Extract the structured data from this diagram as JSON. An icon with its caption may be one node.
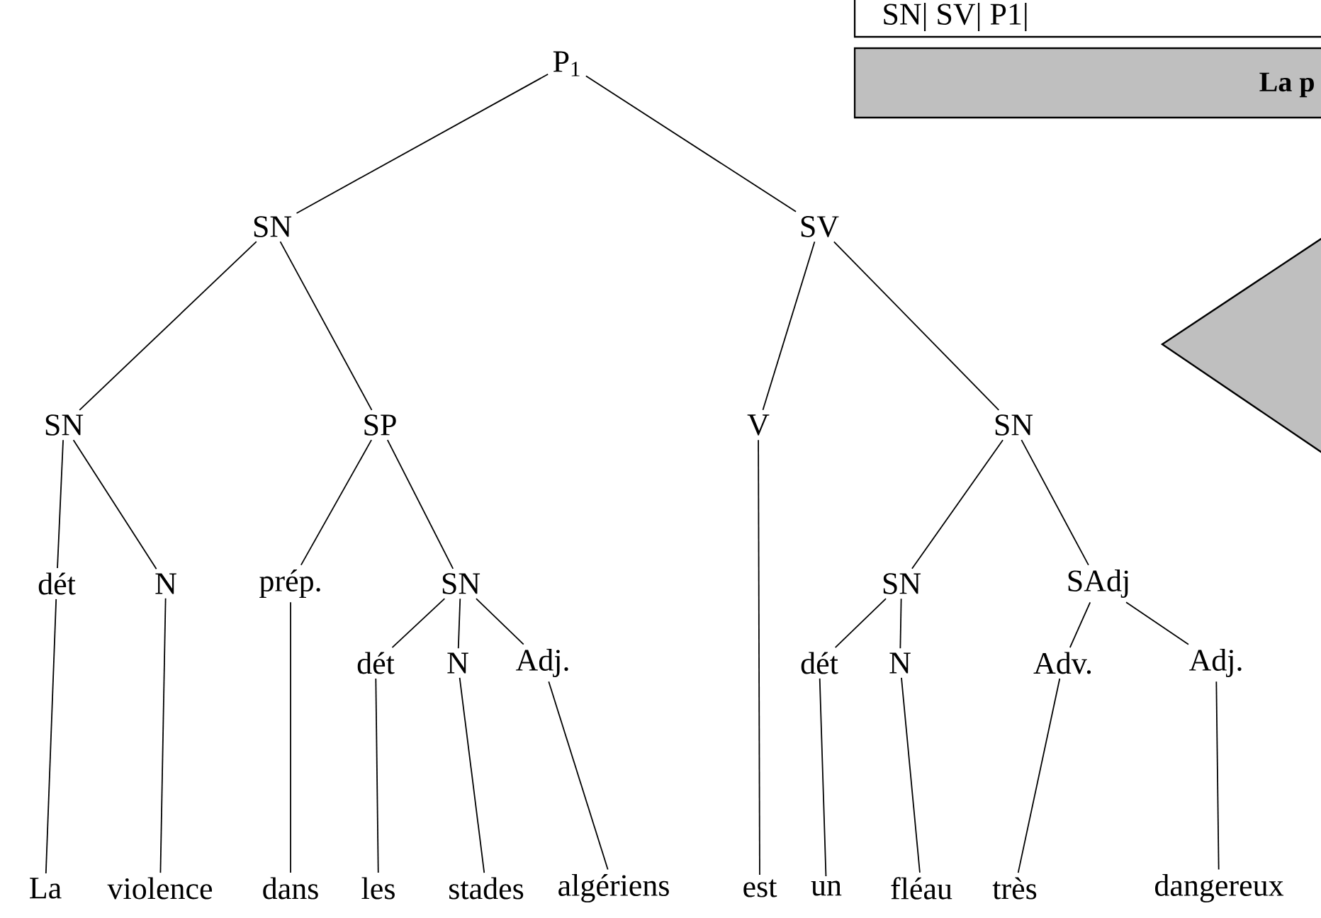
{
  "diagram": {
    "nodes": [
      {
        "text": [
          "P$_{1}$"
        ]
      },
      {
        "text": [
          "SN"
        ]
      },
      {
        "text": [
          "SV"
        ]
      },
      {
        "text": [
          "SN"
        ]
      },
      {
        "text": [
          "SP"
        ]
      },
      {
        "text": [
          "V"
        ]
      },
      {
        "text": [
          "SN"
        ]
      },
      {
        "text": [
          "dét"
        ]
      },
      {
        "text": [
          "N"
        ]
      },
      {
        "text": [
          "prép."
        ]
      },
      {
        "text": [
          "SN"
        ]
      },
      {
        "text": [
          "SN"
        ]
      },
      {
        "text": [
          "SAdj"
        ]
      },
      {
        "text": [
          "dét"
        ]
      },
      {
        "text": [
          "N"
        ]
      },
      {
        "text": [
          "Adj."
        ]
      },
      {
        "text": [
          "dét"
        ]
      },
      {
        "text": [
          "N"
        ]
      },
      {
        "text": [
          "Adv."
        ]
      },
      {
        "text": [
          "Adj."
        ]
      },
      {
        "text": [
          "La"
        ]
      },
      {
        "text": [
          "violence"
        ]
      },
      {
        "text": [
          "dans"
        ]
      },
      {
        "text": [
          "les"
        ]
      },
      {
        "text": [
          "stades"
        ]
      },
      {
        "text": [
          "algériens"
        ]
      },
      {
        "text": [
          "est"
        ]
      },
      {
        "text": [
          "un"
        ]
      },
      {
        "text": [
          "fléau"
        ]
      },
      {
        "text": [
          "très"
        ]
      },
      {
        "text": [
          "dangereux"
        ]
      }
    ],
    "edges": [
      {
        "from": 0,
        "to": 1,
        "arrow": "none"
      },
      {
        "from": 0,
        "to": 2,
        "arrow": "none"
      },
      {
        "from": 1,
        "to": 3,
        "arrow": "none"
      },
      {
        "from": 1,
        "to": 4,
        "arrow": "none"
      },
      {
        "from": 2,
        "to": 5,
        "arrow": "none"
      },
      {
        "from": 2,
        "to": 6,
        "arrow": "none"
      },
      {
        "from": 3,
        "to": 7,
        "arrow": "none"
      },
      {
        "from": 3,
        "to": 8,
        "arrow": "none"
      },
      {
        "from": 4,
        "to": 9,
        "arrow": "none"
      },
      {
        "from": 4,
        "to": 10,
        "arrow": "none"
      },
      {
        "from": 6,
        "to": 11,
        "arrow": "none"
      },
      {
        "from": 6,
        "to": 12,
        "arrow": "none"
      },
      {
        "from": 10,
        "to": 13,
        "arrow": "none"
      },
      {
        "from": 10,
        "to": 14,
        "arrow": "none"
      },
      {
        "from": 10,
        "to": 15,
        "arrow": "none"
      },
      {
        "from": 11,
        "to": 16,
        "arrow": "none"
      },
      {
        "from": 11,
        "to": 17,
        "arrow": "none"
      },
      {
        "from": 12,
        "to": 18,
        "arrow": "none"
      },
      {
        "from": 12,
        "to": 19,
        "arrow": "none"
      },
      {
        "from": 7,
        "to": 20,
        "arrow": "none"
      },
      {
        "from": 8,
        "to": 21,
        "arrow": "none"
      },
      {
        "from": 9,
        "to": 22,
        "arrow": "none"
      },
      {
        "from": 13,
        "to": 23,
        "arrow": "none"
      },
      {
        "from": 14,
        "to": 24,
        "arrow": "none"
      },
      {
        "from": 15,
        "to": 25,
        "arrow": "none"
      },
      {
        "from": 5,
        "to": 26,
        "arrow": "none"
      },
      {
        "from": 16,
        "to": 27,
        "arrow": "none"
      },
      {
        "from": 17,
        "to": 28,
        "arrow": "none"
      },
      {
        "from": 18,
        "to": 29,
        "arrow": "none"
      },
      {
        "from": 19,
        "to": 30,
        "arrow": "none"
      }
    ],
    "labels": [
      "SN| SV| P1|",
      "La p"
    ]
  }
}
